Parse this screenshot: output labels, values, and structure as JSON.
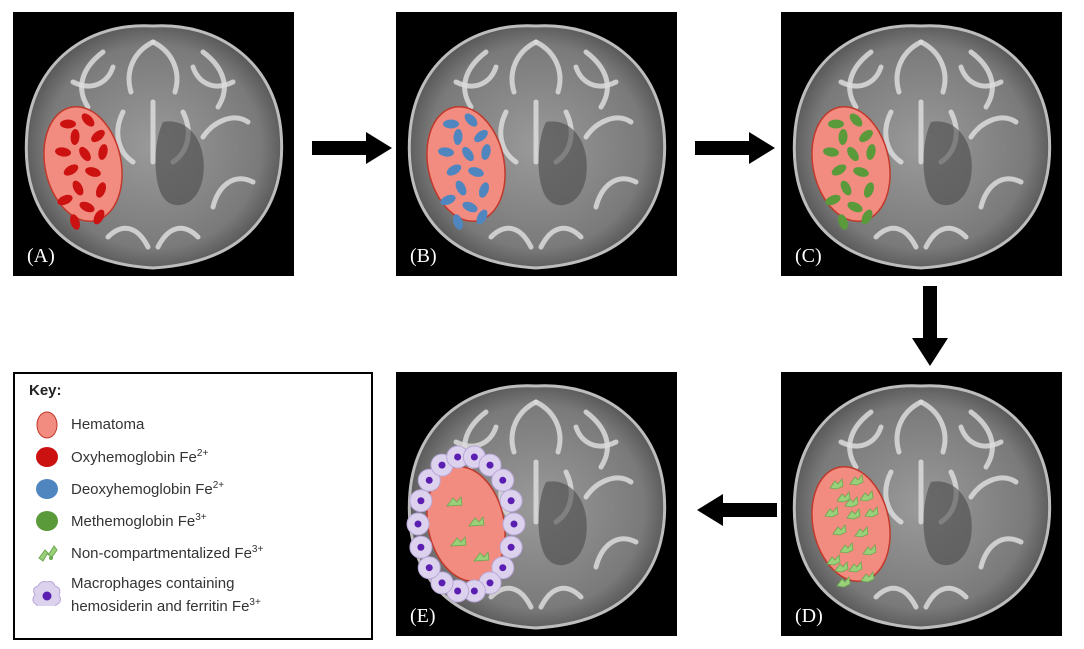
{
  "panels": [
    {
      "label": "(A)",
      "stage": "oxyhemoglobin"
    },
    {
      "label": "(B)",
      "stage": "deoxyhemoglobin"
    },
    {
      "label": "(C)",
      "stage": "methemoglobin"
    },
    {
      "label": "(D)",
      "stage": "non-compartmentalized"
    },
    {
      "label": "(E)",
      "stage": "macrophages"
    }
  ],
  "key": {
    "title": "Key:",
    "items": [
      {
        "text": "Hematoma",
        "sup": ""
      },
      {
        "text": "Oxyhemoglobin Fe",
        "sup": "2+"
      },
      {
        "text": "Deoxyhemoglobin Fe",
        "sup": "2+"
      },
      {
        "text": "Methemoglobin Fe",
        "sup": "3+"
      },
      {
        "text": "Non-compartmentalized Fe",
        "sup": "3+"
      },
      {
        "text_line1": "Macrophages containing",
        "text_line2": "hemosiderin and ferritin Fe",
        "sup": "3+"
      }
    ]
  },
  "colors": {
    "hematoma": "#f28b80",
    "hematoma_edge": "#c0392b",
    "oxyhemoglobin": "#cc1111",
    "deoxyhemoglobin": "#4f86c0",
    "methemoglobin": "#5a9a3a",
    "fe3": "#9bd07a",
    "macrophage": "#ddd2ee",
    "macrophage_nucleus": "#5a1fb0",
    "arrow": "#000000"
  },
  "icons": [
    "brain-mri-image",
    "right-arrow-icon",
    "down-arrow-icon",
    "left-arrow-icon"
  ]
}
